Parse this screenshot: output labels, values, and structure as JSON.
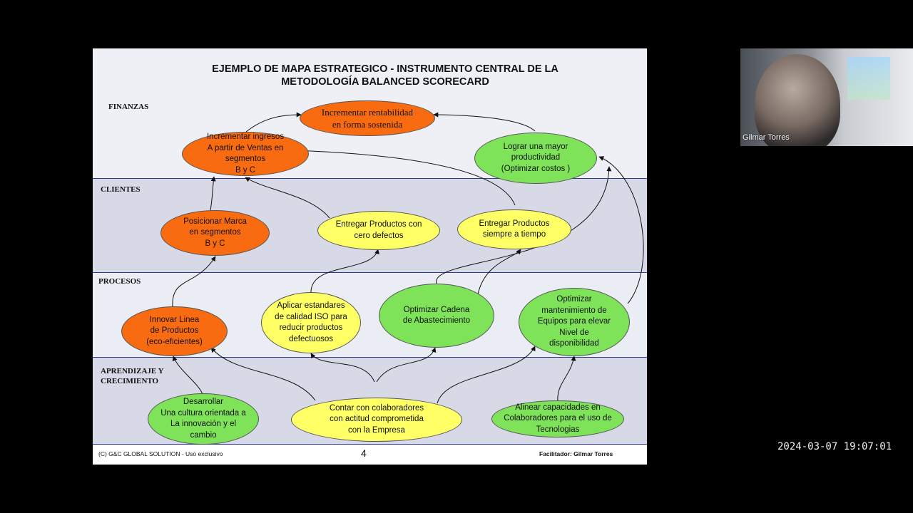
{
  "slide": {
    "title_line1": "EJEMPLO DE MAPA ESTRATEGICO  -  INSTRUMENTO CENTRAL DE LA",
    "title_line2": "METODOLOGÍA BALANCED SCORECARD",
    "perspectives": {
      "finanzas": "FINANZAS",
      "clientes": "CLIENTES",
      "procesos": "PROCESOS",
      "aprendizaje_l1": "APRENDIZAJE Y",
      "aprendizaje_l2": "CRECIMIENTO"
    },
    "nodes": {
      "rentabilidad": [
        "Incrementar rentabilidad",
        "en forma sostenida"
      ],
      "ingresos": [
        "Incrementar ingresos",
        "A partir de Ventas en segmentos",
        "B y C"
      ],
      "productividad": [
        "Lograr una mayor productividad",
        "(Optimizar costos )"
      ],
      "posicionar": [
        "Posicionar Marca",
        "en segmentos",
        "B y C"
      ],
      "cero_defectos": [
        "Entregar Productos con",
        "cero defectos"
      ],
      "a_tiempo": [
        "Entregar Productos",
        "siempre a tiempo"
      ],
      "innovar": [
        "Innovar  Linea",
        "de Productos",
        "(eco-eficientes)"
      ],
      "iso": [
        "Aplicar estandares",
        "de calidad ISO para",
        "reducir productos",
        "defectuosos"
      ],
      "cadena": [
        "Optimizar Cadena",
        "de Abastecimiento"
      ],
      "mantenimiento": [
        "Optimizar",
        "mantenimiento de",
        "Equipos para elevar",
        "Nivel de",
        "disponibilidad"
      ],
      "cultura": [
        "Desarrollar",
        "Una cultura orientada a",
        "La innovación y el",
        "cambio"
      ],
      "colaboradores": [
        "Contar con colaboradores",
        "con actitud  comprometida",
        "con la Empresa"
      ],
      "capacidades": [
        "Alinear capacidades en",
        "Colaboradores para el uso de",
        "Tecnologias"
      ]
    },
    "footer_left": "(C)   G&C GLOBAL SOLUTION -   Uso exclusivo",
    "page_number": "4",
    "footer_right": "Facilitador:  Gilmar Torres"
  },
  "webcam": {
    "participant_name": "Gilmar Torres"
  },
  "timestamp": "2024-03-07  19:07:01",
  "colors": {
    "orange": "#f86b10",
    "yellow": "#ffff66",
    "green": "#7fe35a",
    "band_line": "#2f3a8f"
  }
}
